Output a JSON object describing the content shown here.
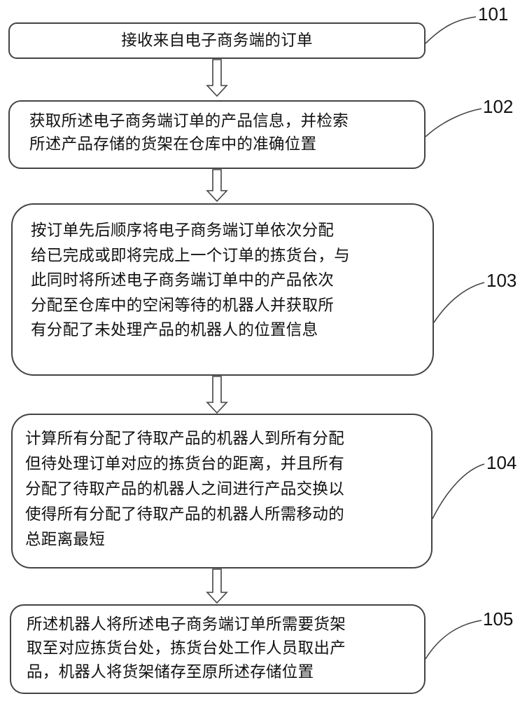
{
  "steps": [
    {
      "id": "101",
      "lines": [
        "接收来自电子商务端的订单"
      ]
    },
    {
      "id": "102",
      "lines": [
        "获取所述电子商务端订单的产品信息，并检索",
        "所述产品存储的货架在仓库中的准确位置"
      ]
    },
    {
      "id": "103",
      "lines": [
        "按订单先后顺序将电子商务端订单依次分配",
        "给已完成或即将完成上一个订单的拣货台，与",
        "此同时将所述电子商务端订单中的产品依次",
        "分配至仓库中的空闲等待的机器人并获取所",
        "有分配了未处理产品的机器人的位置信息"
      ]
    },
    {
      "id": "104",
      "lines": [
        "计算所有分配了待取产品的机器人到所有分配",
        "但待处理订单对应的拣货台的距离，并且所有",
        "分配了待取产品的机器人之间进行产品交换以",
        "使得所有分配了待取产品的机器人所需移动的",
        "总距离最短"
      ]
    },
    {
      "id": "105",
      "lines": [
        "所述机器人将所述电子商务端订单所需要货架",
        "取至对应拣货台处，拣货台处工作人员取出产",
        "品，机器人将货架储存至原所述存储位置"
      ]
    }
  ]
}
